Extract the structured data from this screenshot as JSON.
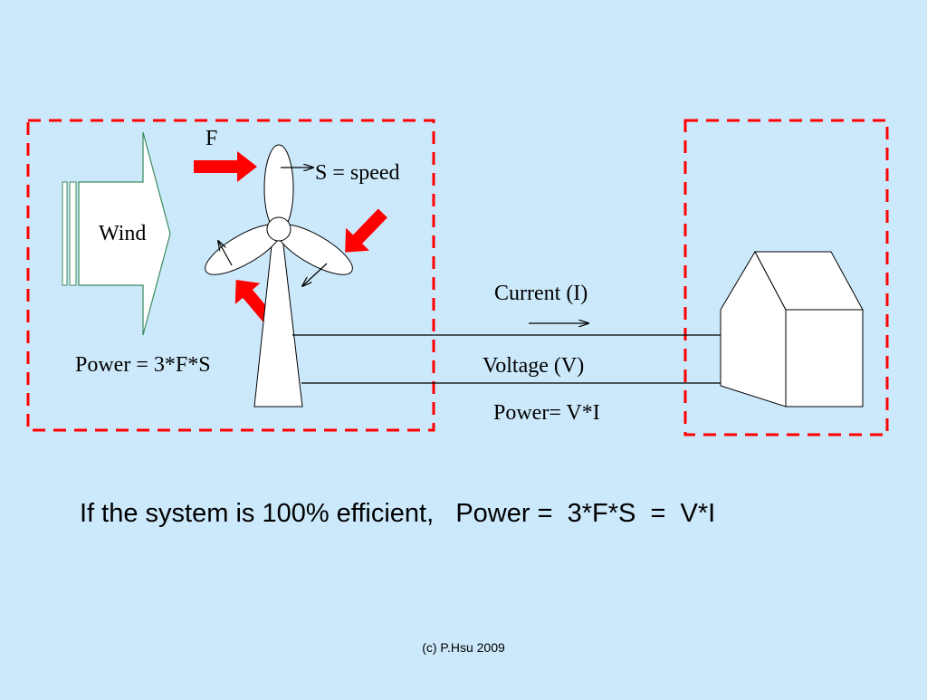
{
  "diagram": {
    "labels": {
      "force": "F",
      "speed": "S = speed",
      "wind": "Wind",
      "power_mech": "Power = 3*F*S",
      "current": "Current (I)",
      "voltage": "Voltage (V)",
      "power_elec": "Power= V*I"
    },
    "statement": "If the system is 100% efficient,   Power =  3*F*S  =  V*I",
    "footer": "(c) P.Hsu 2009",
    "colors": {
      "background": "#cce9fb",
      "force_arrows": "#ff0000",
      "boundary_dashes": "#ff0000",
      "wind_arrow_outline": "#3a8a5a",
      "lines": "#000000"
    }
  }
}
